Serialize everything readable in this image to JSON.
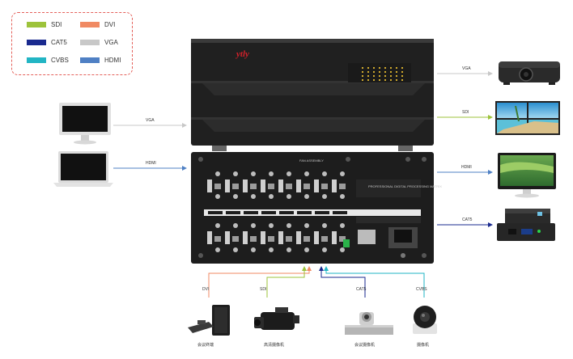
{
  "legend": {
    "items": [
      {
        "label": "SDI",
        "color": "#9dc33b"
      },
      {
        "label": "DVI",
        "color": "#f08a63"
      },
      {
        "label": "CAT5",
        "color": "#1a2a8f"
      },
      {
        "label": "VGA",
        "color": "#c8c8c8"
      },
      {
        "label": "CVBS",
        "color": "#22b5c4"
      },
      {
        "label": "HDMI",
        "color": "#4f80c4"
      }
    ]
  },
  "device": {
    "brand": "ytly",
    "fan_label": "FAN ASSEMBLY",
    "panel_label": "PROFESSIONAL DIGITAL PROCESSING MATRIX"
  },
  "inputs_left": {
    "vga_label": "VGA",
    "hdmi_label": "HDMI"
  },
  "outputs_right": {
    "vga_label": "VGA",
    "sdi_label": "SDI",
    "hdmi_label": "HDMI",
    "cat5_label": "CAT5"
  },
  "inputs_bottom": {
    "dvi_label": "DVI",
    "sdi_label": "SDI",
    "cat5_label": "CAT5",
    "cvbs_label": "CVBS",
    "dev1_name": "会议终端",
    "dev2_name": "高清摄像机",
    "dev3_name": "会议摄像机",
    "dev4_name": "摄像机"
  }
}
